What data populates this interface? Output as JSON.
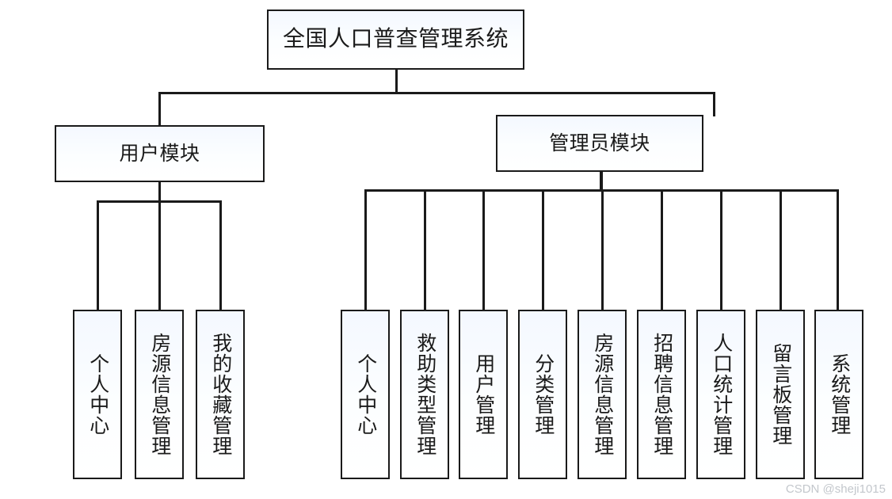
{
  "diagram": {
    "type": "tree",
    "title": "全国人口普查管理系统",
    "root": {
      "label": "全国人口普查管理系统"
    },
    "branches": [
      {
        "label": "用户模块",
        "children": [
          {
            "label": "个人中心"
          },
          {
            "label": "房源信息管理"
          },
          {
            "label": "我的收藏管理"
          }
        ]
      },
      {
        "label": "管理员模块",
        "children": [
          {
            "label": "个人中心"
          },
          {
            "label": "救助类型管理"
          },
          {
            "label": "用户管理"
          },
          {
            "label": "分类管理"
          },
          {
            "label": "房源信息管理"
          },
          {
            "label": "招聘信息管理"
          },
          {
            "label": "人口统计管理"
          },
          {
            "label": "留言板管理"
          },
          {
            "label": "系统管理"
          }
        ]
      }
    ]
  },
  "watermark": {
    "text": "CSDN @sheji1015"
  },
  "colors": {
    "stroke": "#1a1a1a",
    "fill": "#f7faff",
    "text": "#1a1a1a",
    "watermark": "#c3c7cc"
  }
}
